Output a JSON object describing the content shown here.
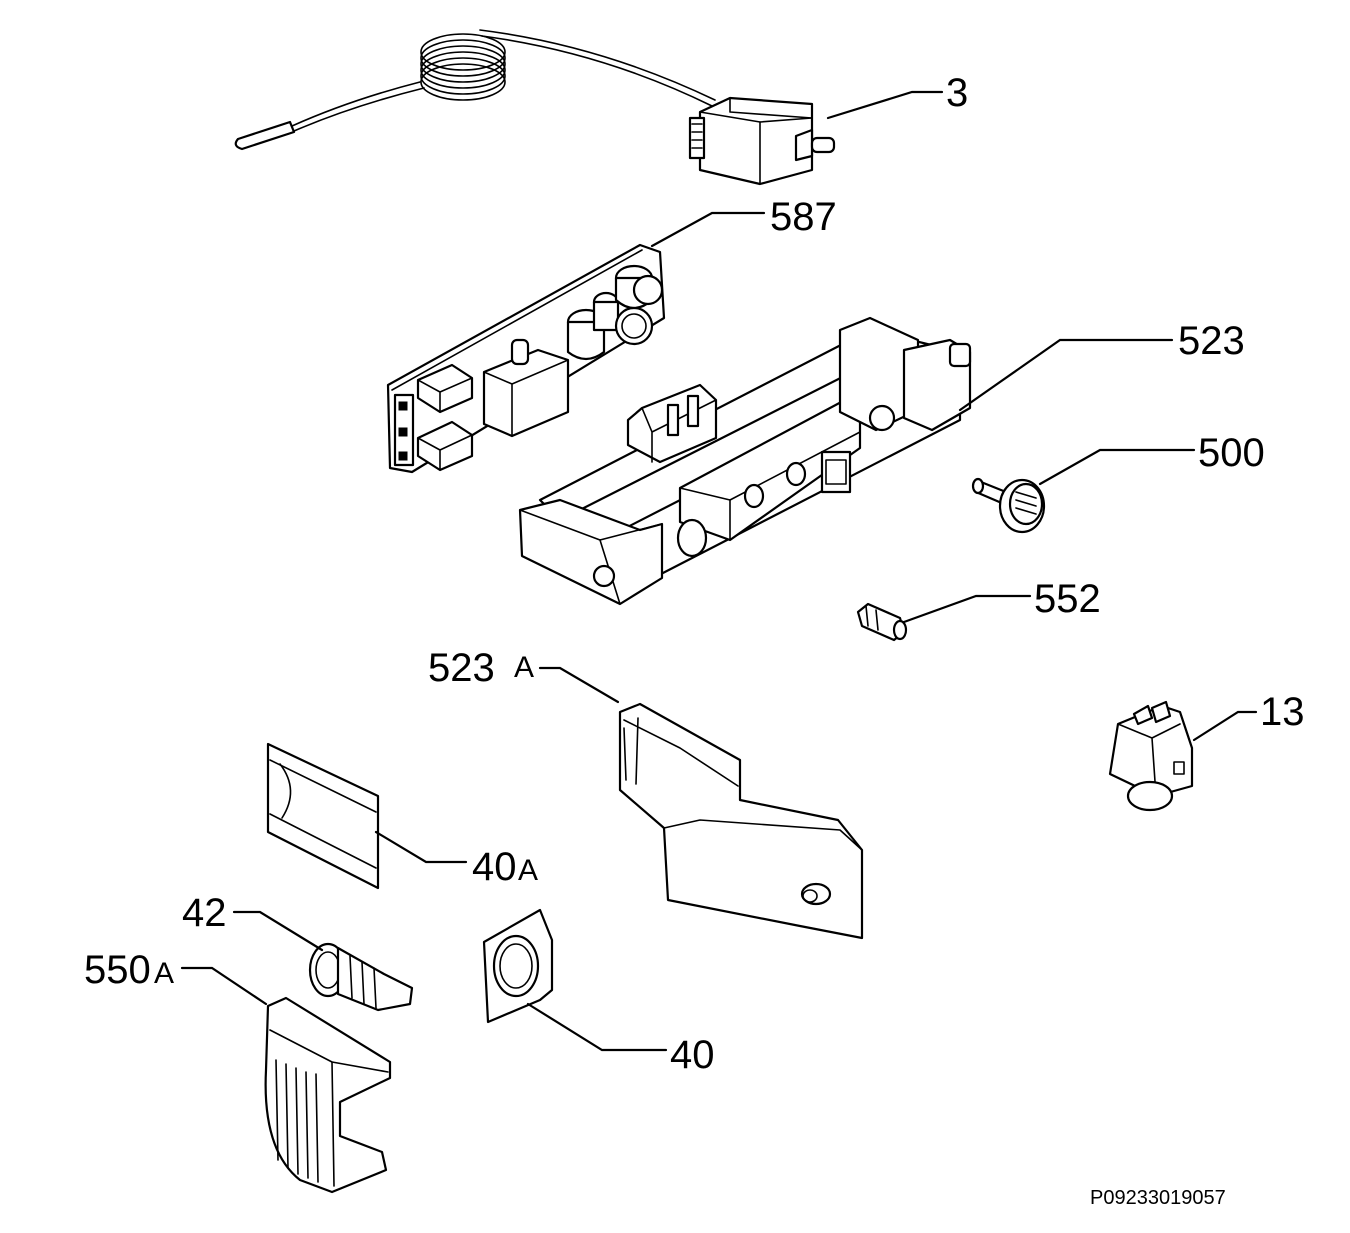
{
  "labels": {
    "p3": "3",
    "p587": "587",
    "p523": "523",
    "p500": "500",
    "p552": "552",
    "p523a_num": "523",
    "p523a_suffix": "A",
    "p13": "13",
    "p40a_num": "40",
    "p40a_suffix": "A",
    "p42": "42",
    "p550a_num": "550",
    "p550a_suffix": "A",
    "p40": "40"
  },
  "drawing_code": "P09233019057"
}
